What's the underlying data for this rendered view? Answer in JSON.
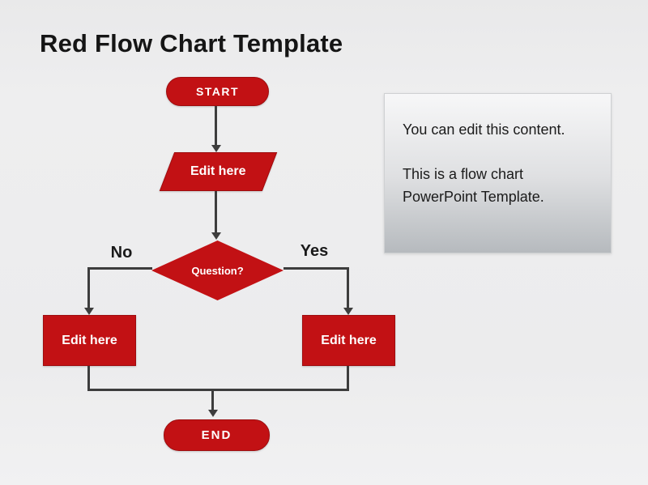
{
  "colors": {
    "shape_red": "#C21114",
    "shape_border": "#9E0D0F",
    "shape_text": "#FFFFFF",
    "connector": "#3D3D3D",
    "title_text": "#151515",
    "note_text": "#1B1B1B",
    "note_bg_top": "#F7F7F8",
    "note_bg_bottom": "#B6BABE",
    "page_bg": "#ECECED"
  },
  "title": "Red Flow Chart Template",
  "flowchart": {
    "start": "START",
    "input_step": "Edit here",
    "decision": "Question?",
    "branch_no": "No",
    "branch_yes": "Yes",
    "left_step": "Edit here",
    "right_step": "Edit here",
    "end": "END"
  },
  "note_box": {
    "paragraph1": "You can edit this content.",
    "paragraph2_line1": "This is a flow chart",
    "paragraph2_line2": "PowerPoint Template."
  }
}
